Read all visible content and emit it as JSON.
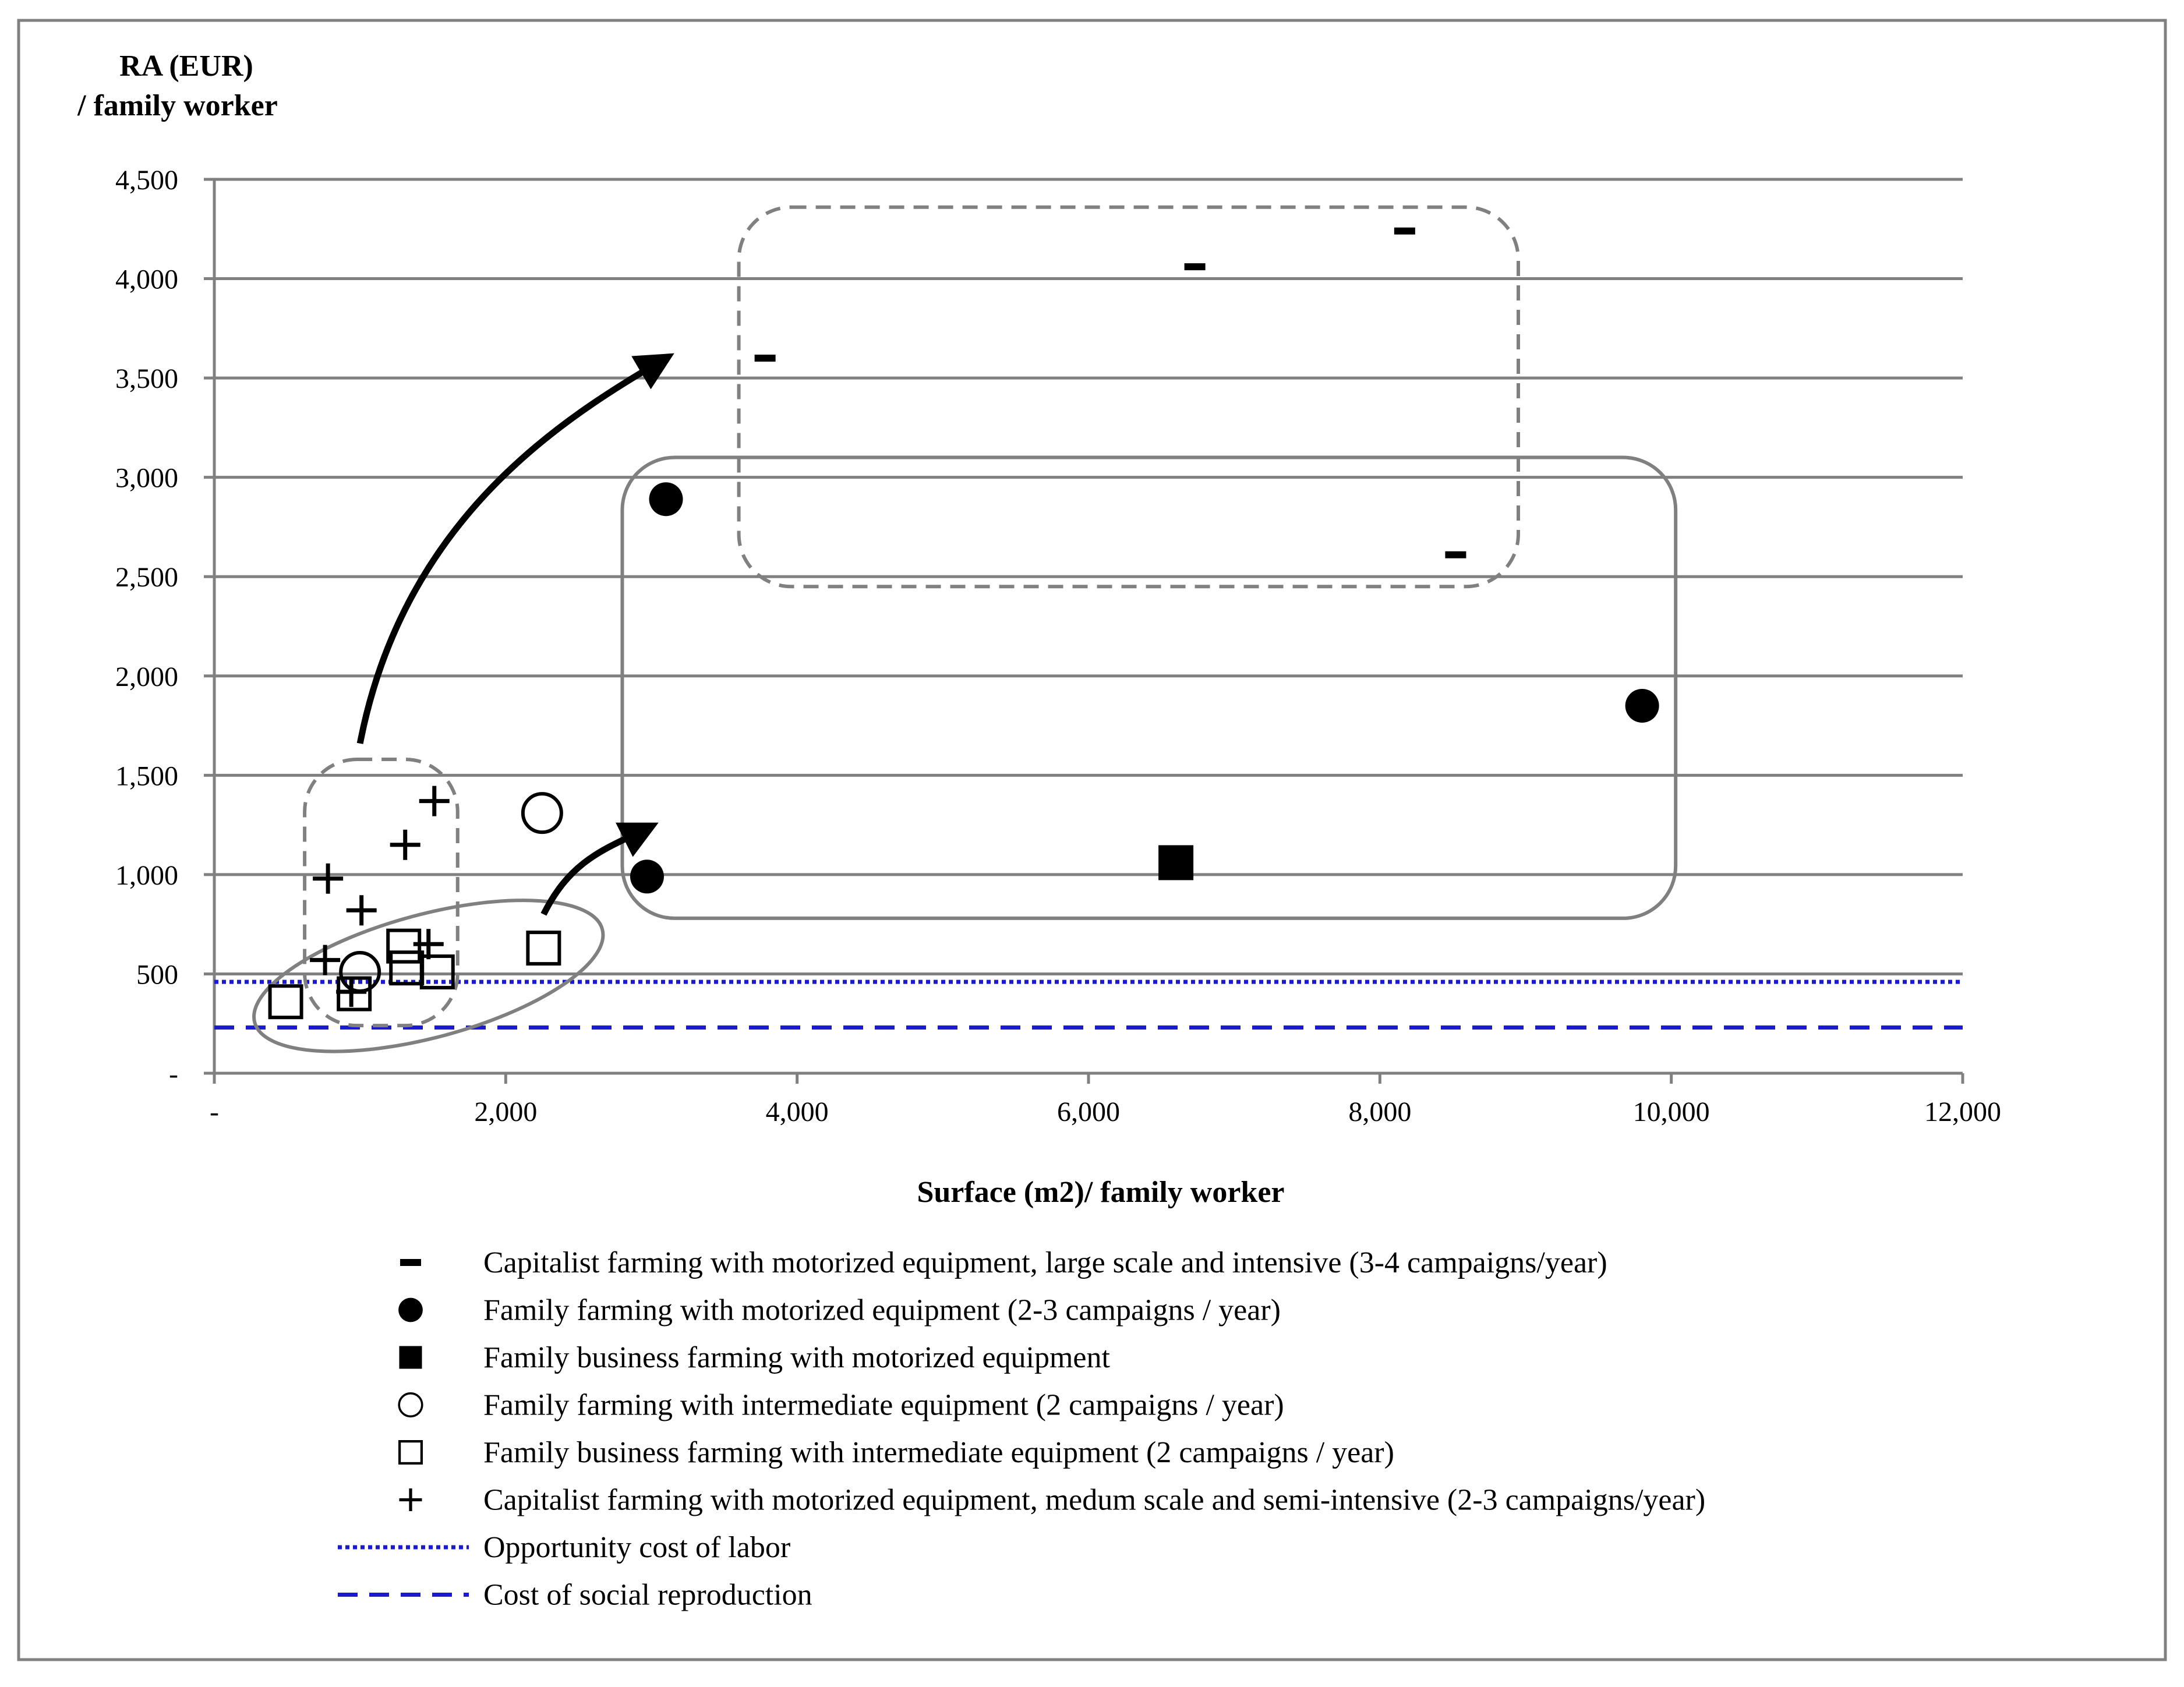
{
  "chart_data": {
    "type": "scatter",
    "ylabel_line1": "RA (EUR)",
    "ylabel_line2": "/ family worker",
    "xlabel": "Surface (m2)/ family worker",
    "xlim": [
      0,
      12000
    ],
    "ylim": [
      0,
      4500
    ],
    "x_ticks": [
      0,
      2000,
      4000,
      6000,
      8000,
      10000,
      12000
    ],
    "x_tick_labels": [
      "-",
      "2,000",
      "4,000",
      "6,000",
      "8,000",
      "10,000",
      "12,000"
    ],
    "y_ticks": [
      0,
      500,
      1000,
      1500,
      2000,
      2500,
      3000,
      3500,
      4000,
      4500
    ],
    "y_tick_labels": [
      "-",
      "500",
      "1,000",
      "1,500",
      "2,000",
      "2,500",
      "3,000",
      "3,500",
      "4,000",
      "4,500"
    ],
    "grid": "horizontal",
    "series": [
      {
        "name": "Capitalist farming with motorized equipment, large scale and intensive (3-4 campaigns/year)",
        "marker": "dash",
        "points": [
          [
            3780,
            3600
          ],
          [
            6730,
            4060
          ],
          [
            8170,
            4240
          ],
          [
            8520,
            2610
          ]
        ]
      },
      {
        "name": "Family farming with motorized equipment (2-3 campaigns / year)",
        "marker": "filled-circle",
        "points": [
          [
            3100,
            2890
          ],
          [
            2970,
            990
          ],
          [
            9800,
            1850
          ]
        ]
      },
      {
        "name": "Family business farming with motorized equipment",
        "marker": "filled-square",
        "points": [
          [
            6600,
            1060
          ]
        ]
      },
      {
        "name": "Family farming with intermediate equipment (2 campaigns / year)",
        "marker": "open-circle",
        "points": [
          [
            2250,
            1310
          ],
          [
            1000,
            510
          ]
        ]
      },
      {
        "name": "Family business farming with intermediate equipment (2 campaigns / year)",
        "marker": "open-square",
        "points": [
          [
            490,
            360
          ],
          [
            960,
            400
          ],
          [
            1300,
            640
          ],
          [
            1320,
            530
          ],
          [
            1530,
            510
          ],
          [
            2260,
            630
          ]
        ]
      },
      {
        "name": "Capitalist farming with motorized equipment, medum scale and semi-intensive (2-3 campaigns/year)",
        "marker": "plus",
        "points": [
          [
            780,
            980
          ],
          [
            1010,
            820
          ],
          [
            1310,
            1150
          ],
          [
            1510,
            1370
          ],
          [
            760,
            570
          ],
          [
            1470,
            650
          ],
          [
            940,
            410
          ]
        ]
      }
    ],
    "reference_lines": [
      {
        "name": "Opportunity cost of labor",
        "y": 460,
        "style": "dotted",
        "color": "#1a1ad0"
      },
      {
        "name": "Cost of social reproduction",
        "y": 230,
        "style": "dashed",
        "color": "#1a1ad0"
      }
    ],
    "annotations": [
      {
        "kind": "rounded-box",
        "style": "dashed",
        "x0": 3600,
        "x1": 8950,
        "y0": 2450,
        "y1": 4360
      },
      {
        "kind": "rounded-box",
        "style": "solid",
        "x0": 2800,
        "x1": 10030,
        "y0": 780,
        "y1": 3100
      },
      {
        "kind": "rounded-box",
        "style": "dashed",
        "x0": 620,
        "x1": 1670,
        "y0": 240,
        "y1": 1580
      },
      {
        "kind": "ellipse",
        "style": "solid",
        "cx": 1470,
        "cy": 490,
        "rx": 1235,
        "ry": 310,
        "rotate_deg": -15
      },
      {
        "kind": "arrow",
        "path": [
          [
            1000,
            1660
          ],
          [
            1300,
            2800
          ],
          [
            2400,
            3300
          ],
          [
            3100,
            3600
          ]
        ]
      },
      {
        "kind": "arrow",
        "path": [
          [
            2260,
            800
          ],
          [
            2450,
            1080
          ],
          [
            2690,
            1130
          ],
          [
            2990,
            1240
          ]
        ]
      }
    ]
  },
  "colors": {
    "grid": "#808080",
    "frame": "#808080",
    "marker": "#000000",
    "reference": "#1a1ad0"
  }
}
